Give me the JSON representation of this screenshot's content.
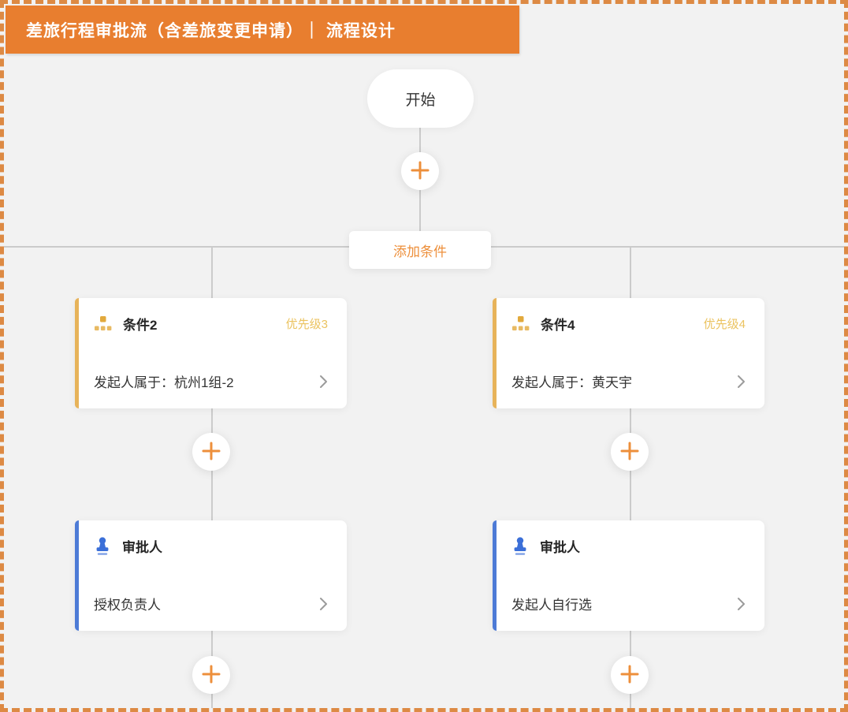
{
  "header": {
    "title": "差旅行程审批流（含差旅变更申请）｜ 流程设计"
  },
  "flow": {
    "start_label": "开始",
    "add_condition_label": "添加条件",
    "branches": [
      {
        "condition": {
          "title": "条件2",
          "priority": "优先级3",
          "body": "发起人属于：杭州1组-2"
        },
        "approver": {
          "title": "审批人",
          "body": "授权负责人"
        }
      },
      {
        "condition": {
          "title": "条件4",
          "priority": "优先级4",
          "body": "发起人属于：黄天宇"
        },
        "approver": {
          "title": "审批人",
          "body": "发起人自行选"
        }
      }
    ]
  },
  "icons": {
    "plus": "plus-icon",
    "condition": "org-hierarchy-icon",
    "approver": "stamp-icon",
    "chevron": "chevron-right-icon"
  },
  "colors": {
    "header_orange": "#E87E2F",
    "accent_orange": "#ED8F3B",
    "border_dash": "#DD8A44",
    "gold_accent": "#E7B35A",
    "gold_icon": "#E2A93C",
    "gold_text": "#EBC360",
    "blue_accent": "#4D7BD6",
    "blue_icon": "#3B6FD8",
    "line_gray": "#CBCBCB",
    "canvas_bg": "#F2F2F2"
  }
}
